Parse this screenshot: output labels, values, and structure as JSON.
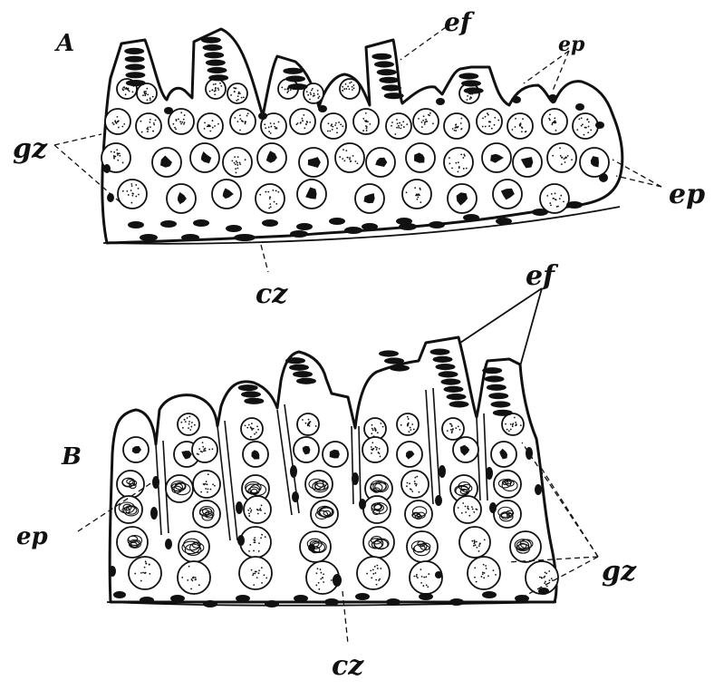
{
  "panels": {
    "a": {
      "letter": "A"
    },
    "b": {
      "letter": "B"
    }
  },
  "labels": {
    "gz": "gz",
    "ef": "ef",
    "ep": "ep",
    "cz": "cz"
  },
  "colors": {
    "ink": "#111111",
    "paper": "#ffffff"
  }
}
